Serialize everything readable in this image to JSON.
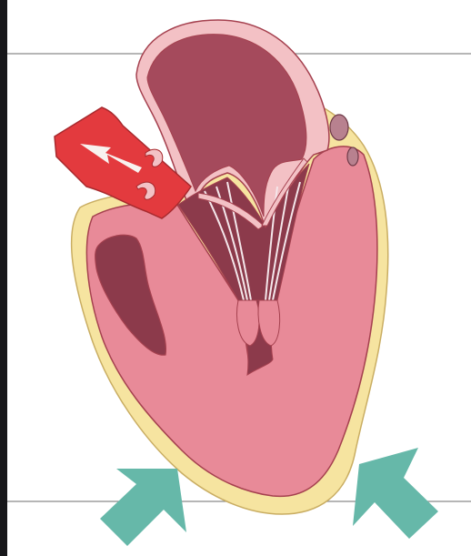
{
  "diagram": {
    "subject": "heart-cross-section",
    "phase": "ventricular-systole",
    "labels": []
  },
  "colors": {
    "left_strip": "#17171a",
    "rule_lines": "#8a8a8a",
    "pericardium_fat": "#f6e4a0",
    "fat_outline": "#c9ad62",
    "myocardium": "#e88a98",
    "myocardium_outline": "#a5414f",
    "atrium_wall": "#f3c1c5",
    "atrium_cavity": "#a54a5c",
    "ventricle_cavity": "#8c3a4b",
    "aorta": "#e33a3e",
    "flow_arrow": "#f8f2ef",
    "contraction_arrows": "#66b8a9",
    "chordae": "#f4e6ea",
    "vessel": "#b8818f"
  },
  "arrows": {
    "contraction": [
      "bottom-left",
      "bottom-right"
    ],
    "blood_flow": "into-aorta"
  }
}
